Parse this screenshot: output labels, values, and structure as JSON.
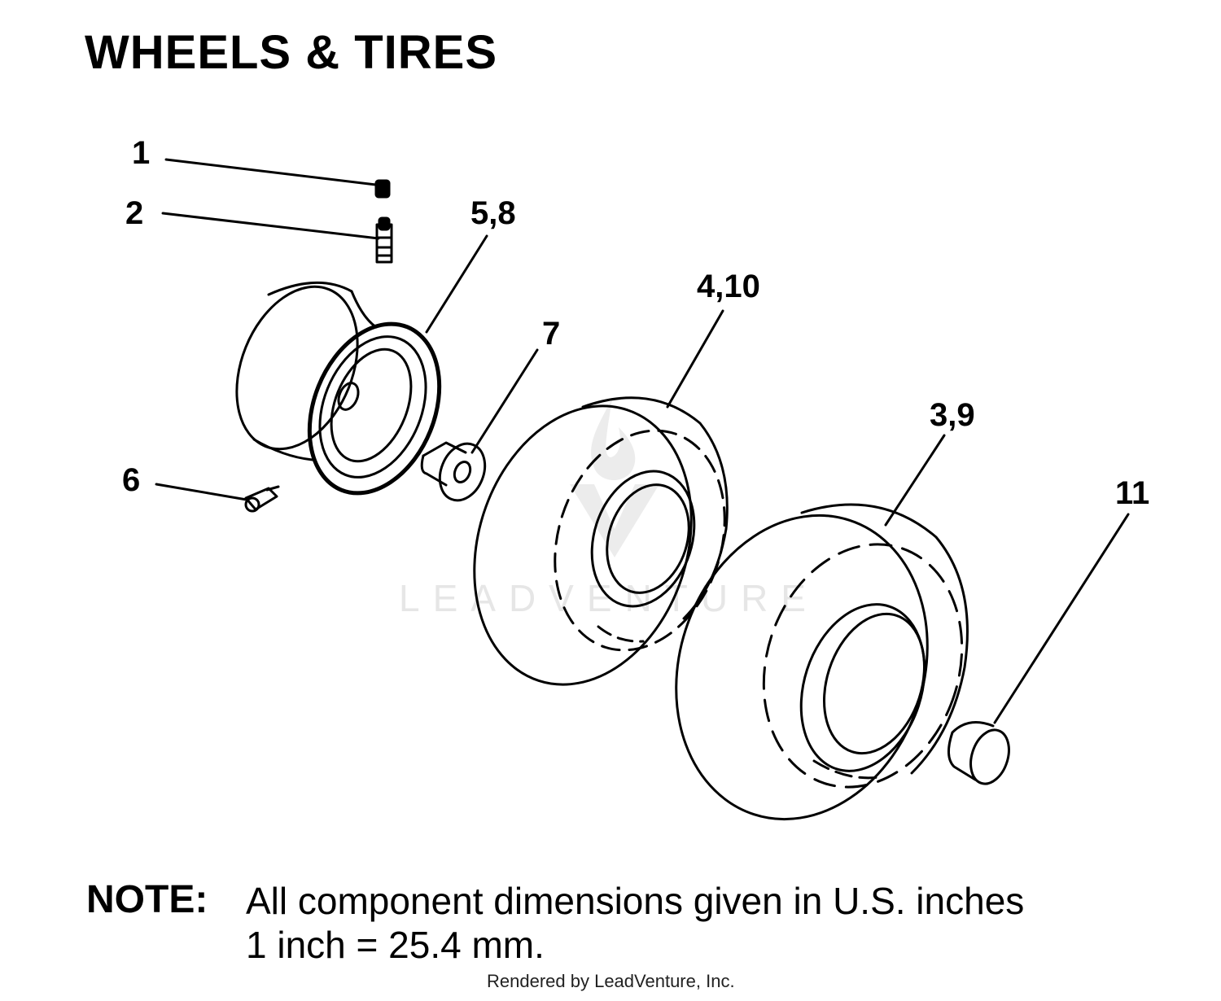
{
  "title": "WHEELS & TIRES",
  "callouts": {
    "c1": "1",
    "c2": "2",
    "c58": "5,8",
    "c410": "4,10",
    "c7": "7",
    "c39": "3,9",
    "c6": "6",
    "c11": "11"
  },
  "note": {
    "label": "NOTE:",
    "line1": "All component dimensions given in U.S. inches",
    "line2": "1 inch = 25.4 mm."
  },
  "watermark": "LEADVENTURE",
  "footer": "Rendered by LeadVenture, Inc.",
  "colors": {
    "ink": "#000000",
    "watermark": "#e6e6e6"
  }
}
